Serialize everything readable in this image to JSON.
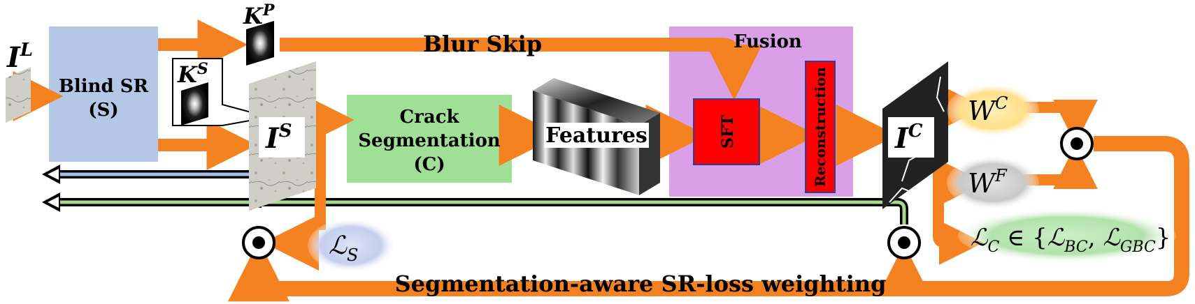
{
  "labels": {
    "input_main": "I",
    "input_sup": "L",
    "blind_sr_line1": "Blind SR",
    "blind_sr_line2": "(S)",
    "kp_main": "K",
    "kp_sup": "P",
    "ks_main": "K",
    "ks_sup": "S",
    "blur_skip": "Blur Skip",
    "fusion_title": "Fusion",
    "is_main": "I",
    "is_sup": "S",
    "crack_line1": "Crack",
    "crack_line2": "Segmentation",
    "crack_line3": "(C)",
    "features": "Features",
    "sft": "SFT",
    "reconstruction": "Reconstruction",
    "ic_main": "I",
    "ic_sup": "C",
    "wc_main": "W",
    "wc_sup": "C",
    "wf_main": "W",
    "wf_sup": "F",
    "ls_main": "ℒ",
    "ls_sub": "S",
    "lc_main": "ℒ",
    "lc_sub": "C",
    "lc_set_open": " ∈ {",
    "lbc_main": "ℒ",
    "lbc_sub": "BC",
    "lc_comma": ", ",
    "lgbc_main": "ℒ",
    "lgbc_sub": "GBC",
    "lc_set_close": "}",
    "bottom_caption": "Segmentation-aware SR-loss weighting"
  },
  "colors": {
    "arrow_orange": "#f58220",
    "blind_sr_fill": "#b4c7e7",
    "crack_seg_fill": "#9fdf96",
    "fusion_fill": "#d9a0e8",
    "sft_fill": "#ff0000",
    "wc_fill": "#ffe699",
    "wf_fill": "#d9d9d9",
    "ls_fill": "#c9d4f0",
    "lc_fill": "#b7e4b2",
    "path_blue": "#a9bce6",
    "path_green": "#a8d98a"
  }
}
